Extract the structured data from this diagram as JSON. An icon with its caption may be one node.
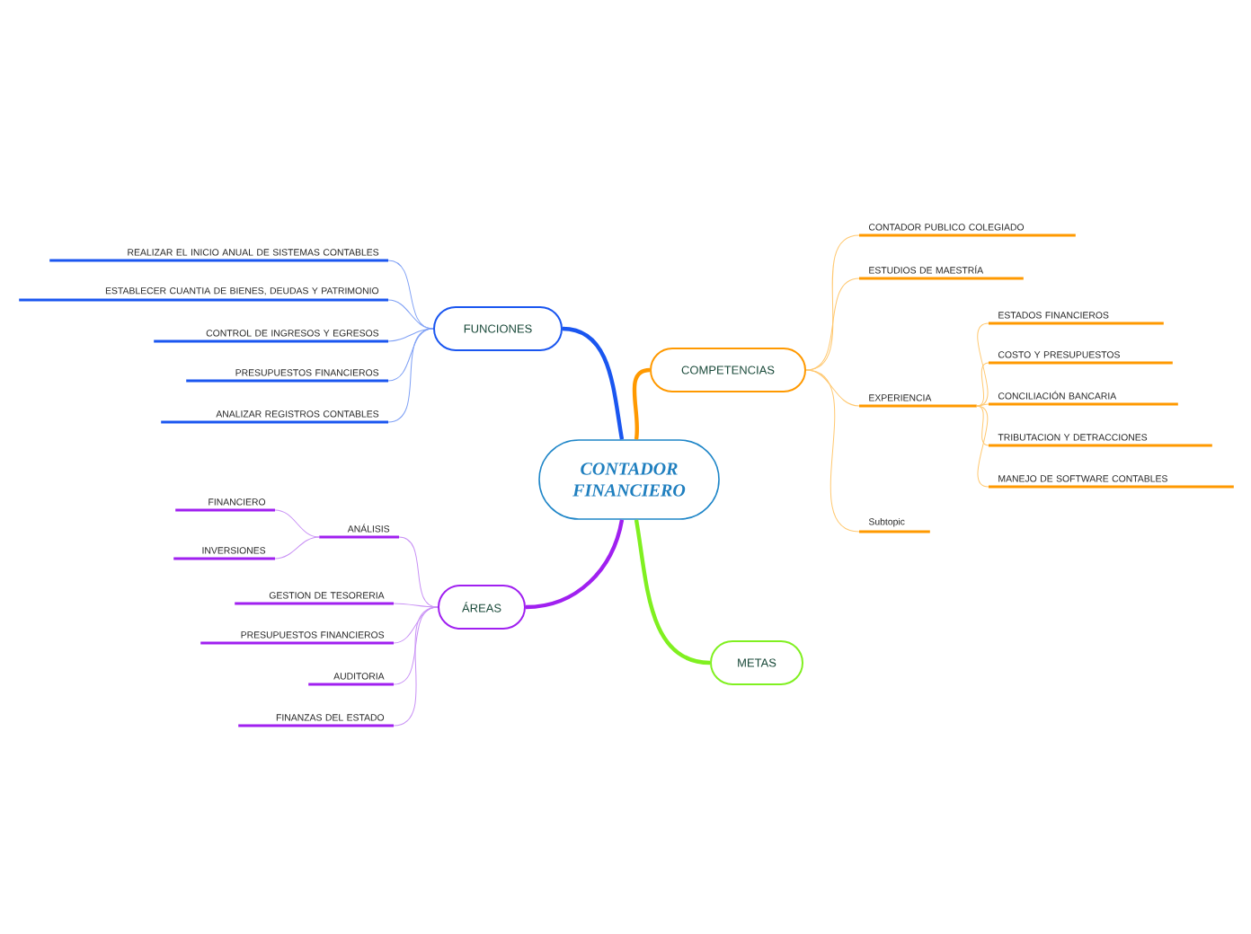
{
  "diagram": {
    "nodes": [
      {
        "text": [
          "CONTADOR FINANCIERO"
        ]
      },
      {
        "text": [
          "FUNCIONES"
        ]
      },
      {
        "text": [
          "REALIZAR EL INICIO ANUAL DE SISTEMAS CONTABLES"
        ]
      },
      {
        "text": [
          "ESTABLECER CUANTIA DE BIENES, DEUDAS Y PATRIMONIO"
        ]
      },
      {
        "text": [
          "CONTROL DE INGRESOS Y EGRESOS"
        ]
      },
      {
        "text": [
          "PRESUPUESTOS FINANCIEROS"
        ]
      },
      {
        "text": [
          "ANALIZAR REGISTROS CONTABLES"
        ]
      },
      {
        "text": [
          "COMPETENCIAS"
        ]
      },
      {
        "text": [
          "CONTADOR PUBLICO COLEGIADO"
        ]
      },
      {
        "text": [
          "ESTUDIOS DE MAESTRÍA"
        ]
      },
      {
        "text": [
          "EXPERIENCIA"
        ]
      },
      {
        "text": [
          "ESTADOS FINANCIEROS"
        ]
      },
      {
        "text": [
          "COSTO Y PRESUPUESTOS"
        ]
      },
      {
        "text": [
          "CONCILIACIÓN BANCARIA"
        ]
      },
      {
        "text": [
          "TRIBUTACION Y DETRACCIONES"
        ]
      },
      {
        "text": [
          "MANEJO DE SOFTWARE CONTABLES"
        ]
      },
      {
        "text": [
          "Subtopic"
        ]
      },
      {
        "text": [
          "ÁREAS"
        ]
      },
      {
        "text": [
          "ANÁLISIS"
        ]
      },
      {
        "text": [
          "FINANCIERO"
        ]
      },
      {
        "text": [
          "INVERSIONES"
        ]
      },
      {
        "text": [
          "GESTION DE TESORERIA"
        ]
      },
      {
        "text": [
          "PRESUPUESTOS FINANCIEROS"
        ]
      },
      {
        "text": [
          "AUDITORIA"
        ]
      },
      {
        "text": [
          "FINANZAS DEL ESTADO"
        ]
      },
      {
        "text": [
          "METAS"
        ]
      }
    ],
    "edges": [
      {
        "from": 0,
        "to": 1,
        "arrow": "none",
        "style": "thick",
        "color": "#1a56f0"
      },
      {
        "from": 1,
        "to": 2,
        "arrow": "none",
        "color": "#7fa0f5"
      },
      {
        "from": 1,
        "to": 3,
        "arrow": "none",
        "color": "#7fa0f5"
      },
      {
        "from": 1,
        "to": 4,
        "arrow": "none",
        "color": "#7fa0f5"
      },
      {
        "from": 1,
        "to": 5,
        "arrow": "none",
        "color": "#7fa0f5"
      },
      {
        "from": 1,
        "to": 6,
        "arrow": "none",
        "color": "#7fa0f5"
      },
      {
        "from": 0,
        "to": 7,
        "arrow": "none",
        "style": "thick",
        "color": "#ff9900"
      },
      {
        "from": 7,
        "to": 8,
        "arrow": "none",
        "color": "#ffc870"
      },
      {
        "from": 7,
        "to": 9,
        "arrow": "none",
        "color": "#ffc870"
      },
      {
        "from": 7,
        "to": 10,
        "arrow": "none",
        "color": "#ffc870"
      },
      {
        "from": 10,
        "to": 11,
        "arrow": "none",
        "color": "#ffc870"
      },
      {
        "from": 10,
        "to": 12,
        "arrow": "none",
        "color": "#ffc870"
      },
      {
        "from": 10,
        "to": 13,
        "arrow": "none",
        "color": "#ffc870"
      },
      {
        "from": 10,
        "to": 14,
        "arrow": "none",
        "color": "#ffc870"
      },
      {
        "from": 10,
        "to": 15,
        "arrow": "none",
        "color": "#ffc870"
      },
      {
        "from": 7,
        "to": 16,
        "arrow": "none",
        "color": "#ffc870"
      },
      {
        "from": 0,
        "to": 17,
        "arrow": "none",
        "style": "thick",
        "color": "#a020f0"
      },
      {
        "from": 17,
        "to": 18,
        "arrow": "none",
        "color": "#c890f5"
      },
      {
        "from": 18,
        "to": 19,
        "arrow": "none",
        "color": "#c890f5"
      },
      {
        "from": 18,
        "to": 20,
        "arrow": "none",
        "color": "#c890f5"
      },
      {
        "from": 17,
        "to": 21,
        "arrow": "none",
        "color": "#c890f5"
      },
      {
        "from": 17,
        "to": 22,
        "arrow": "none",
        "color": "#c890f5"
      },
      {
        "from": 17,
        "to": 23,
        "arrow": "none",
        "color": "#c890f5"
      },
      {
        "from": 17,
        "to": 24,
        "arrow": "none",
        "color": "#c890f5"
      },
      {
        "from": 0,
        "to": 25,
        "arrow": "none",
        "style": "thick",
        "color": "#80f020"
      }
    ]
  }
}
